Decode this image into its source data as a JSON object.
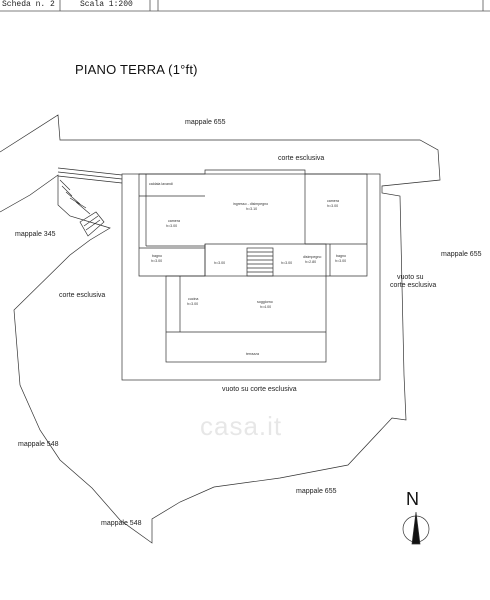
{
  "header": {
    "sheet": "Scheda n. 2",
    "scale": "Scala 1:200"
  },
  "title": "PIANO TERRA (1°ft)",
  "labels": {
    "mappale_655_top": "mappale 655",
    "corte_esclusiva_top": "corte esclusiva",
    "mappale_345": "mappale 345",
    "corte_esclusiva_left": "corte esclusiva",
    "mappale_655_right": "mappale 655",
    "vuoto_su": "vuoto su",
    "corte_esclusiva_right": "corte esclusiva",
    "vuoto_su_corte": "vuoto su corte esclusiva",
    "mappale_548_a": "mappale 548",
    "mappale_655_bottom": "mappale 655",
    "mappale_548_b": "mappale 548"
  },
  "rooms": {
    "caldaia": "caldaia lavandi",
    "camera_left": "camera",
    "camera_left_h": "h=3.00",
    "ingresso": "ingresso - disimpegno",
    "ingresso_h": "h=3.10",
    "camera_right": "camera",
    "camera_right_h": "h=3.00",
    "bagno_left": "bagno",
    "bagno_left_h": "h=3.00",
    "h_mid_left": "h=3.00",
    "h_mid_right": "h=3.00",
    "disimpegno": "disimpegno",
    "disimpegno_h": "h=2.80",
    "bagno_right": "bagno",
    "bagno_right_h": "h=3.00",
    "cucina": "cucina",
    "cucina_h": "h=3.00",
    "soggiorno": "soggiorno",
    "soggiorno_h": "h=4.00",
    "terrazza": "terrazza"
  },
  "watermark": "casa.it",
  "compass": {
    "north_label": "N"
  }
}
